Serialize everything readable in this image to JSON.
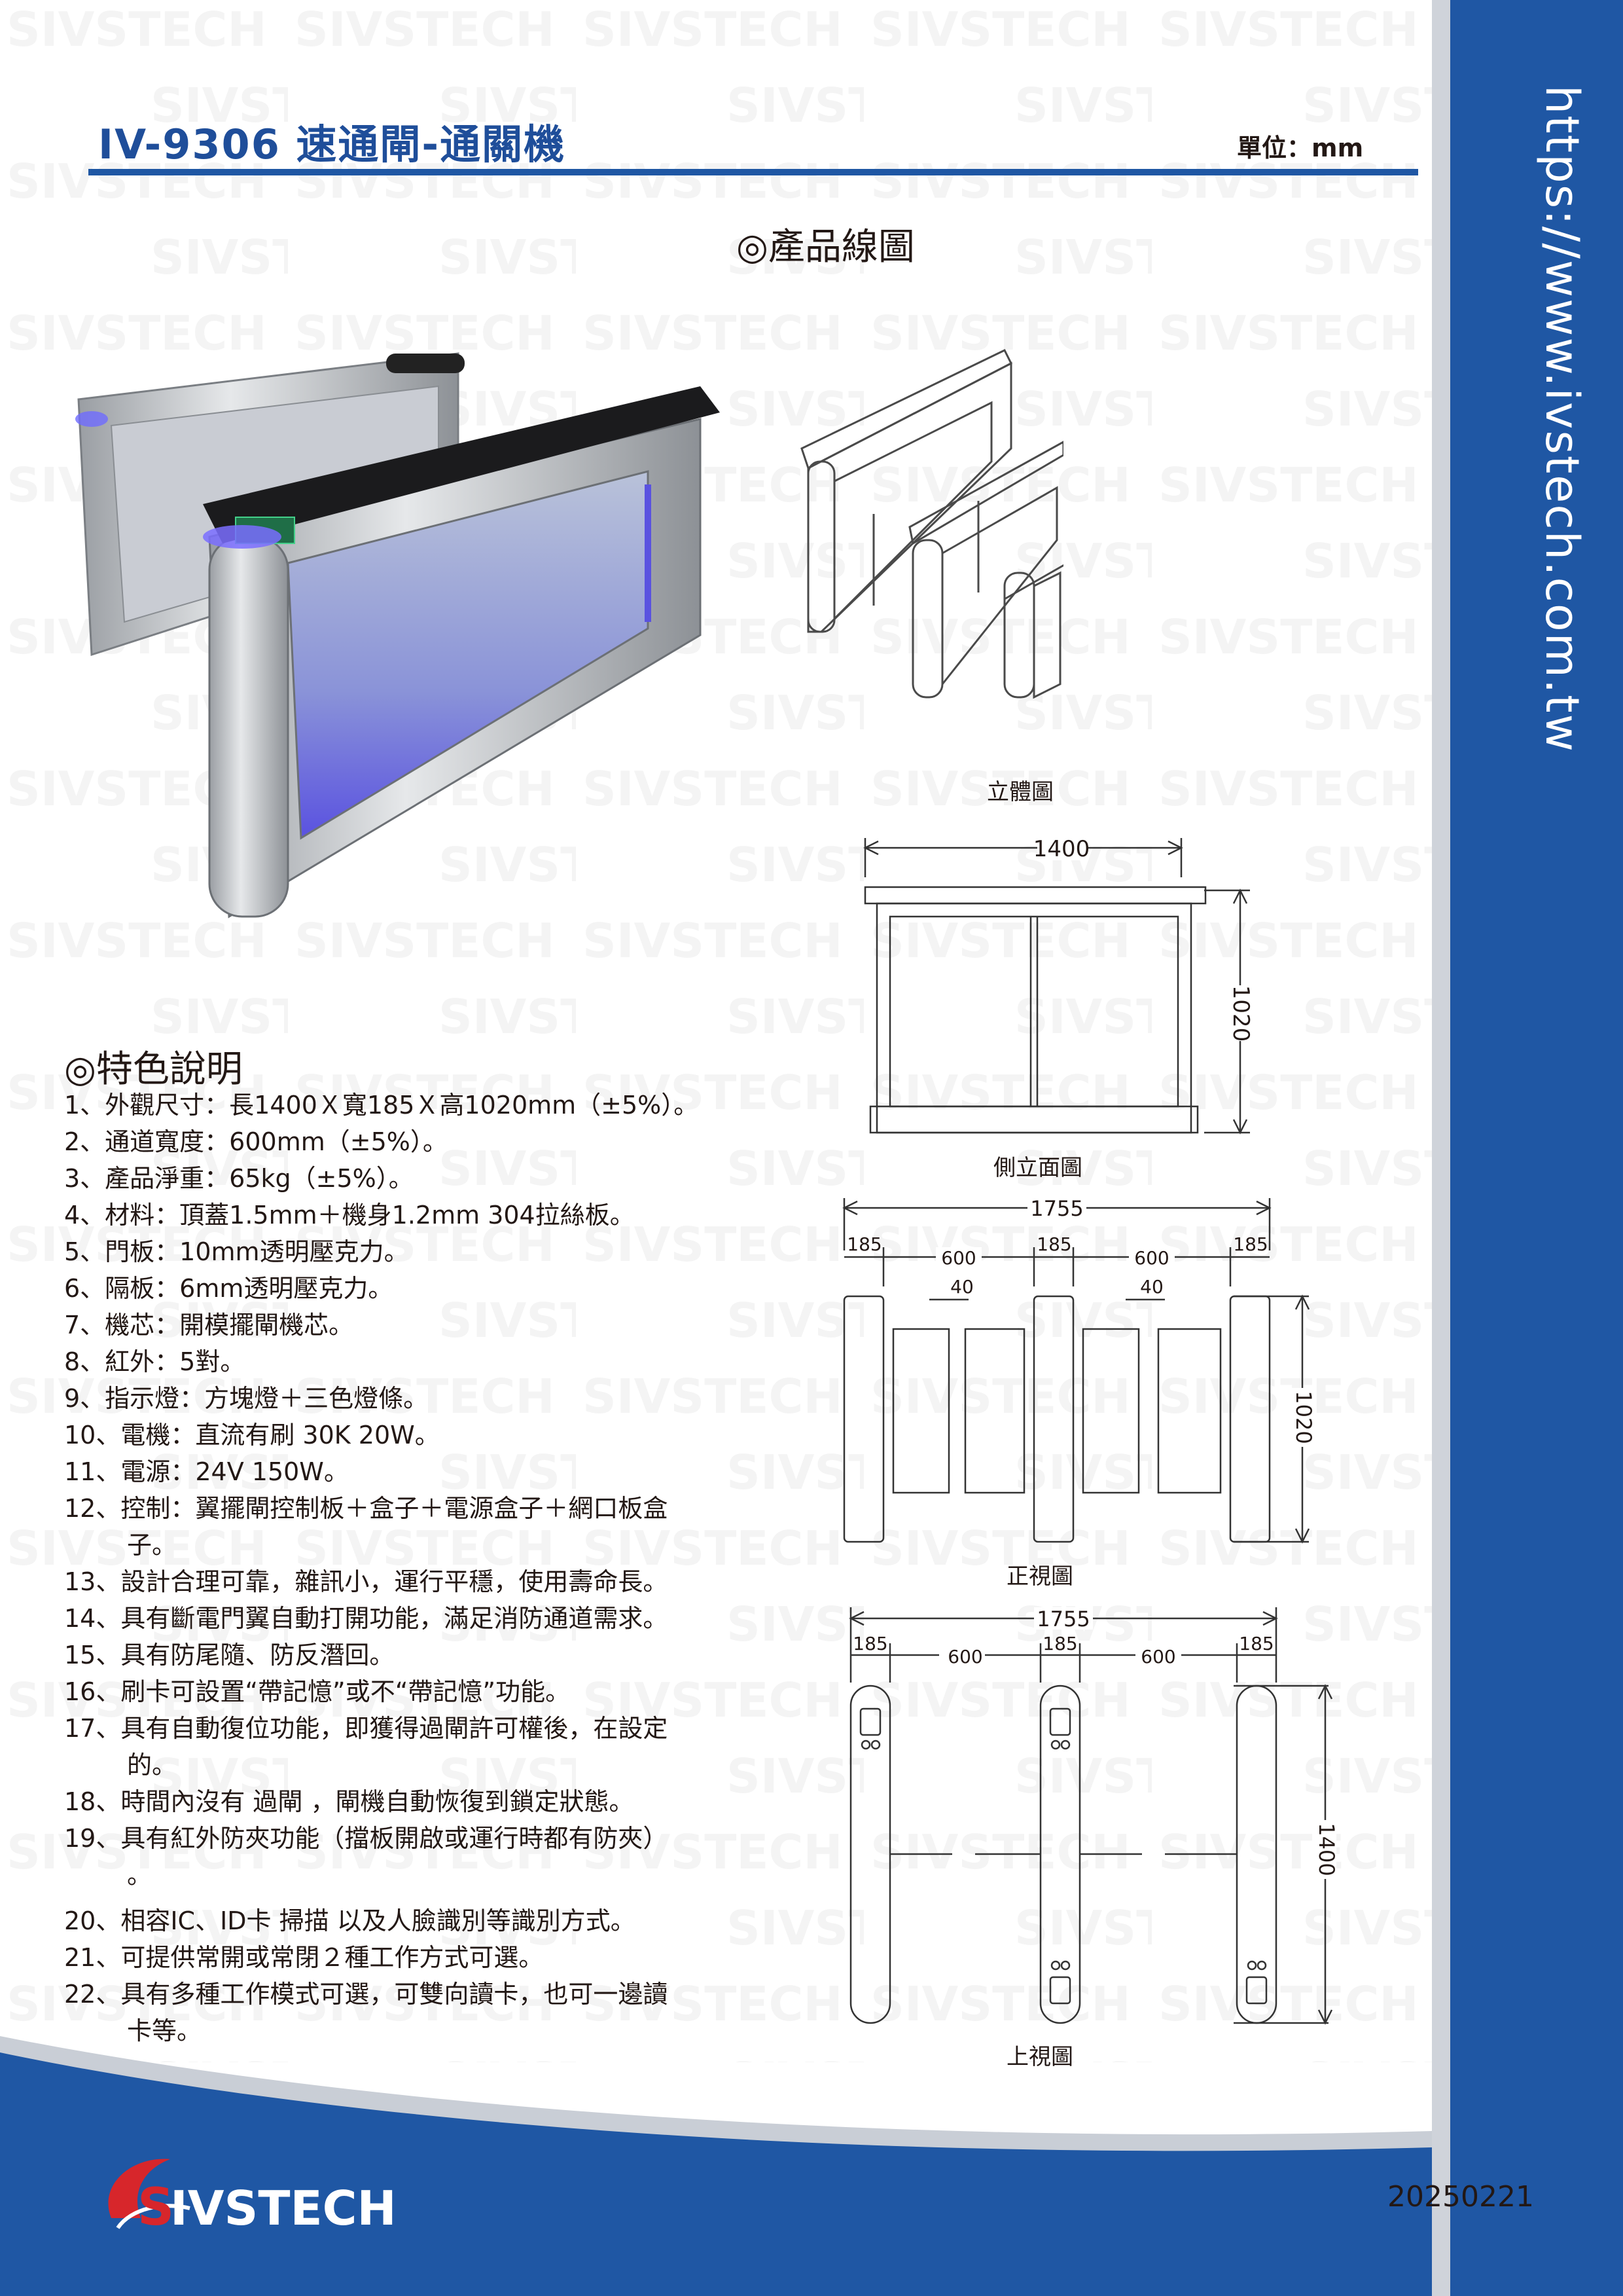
{
  "header": {
    "title": "IV-9306 速通閘-通關機",
    "unit": "單位：mm"
  },
  "sidebar": {
    "url": "https://www.ivstech.com.tw"
  },
  "watermark": {
    "text": "SIVSTECH"
  },
  "drawings": {
    "section_title": "◎產品線圖",
    "iso_caption": "立體圖",
    "side_caption": "側立面圖",
    "front_caption": "正視圖",
    "top_caption": "上視圖",
    "side_dims": {
      "width": "1400",
      "height": "1020"
    },
    "front_dims": {
      "total": "1755",
      "w185a": "185",
      "w600a": "600",
      "w185b": "185",
      "w600b": "600",
      "w185c": "185",
      "gap1": "40",
      "gap2": "40",
      "height": "1020"
    },
    "top_dims": {
      "total": "1755",
      "w185a": "185",
      "w600a": "600",
      "w185b": "185",
      "w600b": "600",
      "w185c": "185",
      "depth": "1400"
    }
  },
  "features": {
    "section_title": "◎特色說明",
    "items": [
      "1、外觀尺寸：長1400Ｘ寬185Ｘ高1020mm（±5%）。",
      "2、通道寬度：600mm（±5%）。",
      "3、產品淨重：65kg（±5%）。",
      "4、材料：頂蓋1.5mm＋機身1.2mm 304拉絲板。",
      "5、門板：10mm透明壓克力。",
      "6、隔板：6mm透明壓克力。",
      "7、機芯：開模擺閘機芯。",
      "8、紅外：5對。",
      "9、指示燈：方塊燈＋三色燈條。",
      "10、電機：直流有刷 30K 20W。",
      "11、電源：24V 150W。",
      "12、控制：翼擺閘控制板＋盒子＋電源盒子＋網口板盒",
      "子。",
      "13、設計合理可靠，雜訊小，運行平穩，使用壽命長。",
      "14、具有斷電門翼自動打開功能，滿足消防通道需求。",
      "15、具有防尾隨、防反潛回。",
      "16、刷卡可設置“帶記憶”或不“帶記憶”功能。",
      "17、具有自動復位功能，即獲得過閘許可權後，在設定",
      "的。",
      "18、時間內沒有 過閘 ，閘機自動恢復到鎖定狀態。",
      "19、具有紅外防夾功能（擋板開啟或運行時都有防夾）",
      "。",
      "20、相容IC、ID卡 掃描 以及人臉識別等識別方式。",
      "21、可提供常開或常閉２種工作方式可選。",
      "22、具有多種工作模式可選，可雙向讀卡，也可一邊讀",
      "卡等。"
    ]
  },
  "footer": {
    "logo_text": "SIVSTECH",
    "date": "20250221"
  },
  "colors": {
    "brand_blue": "#1f57a4",
    "title_blue": "#1f4e9a",
    "logo_red": "#d7262b"
  }
}
